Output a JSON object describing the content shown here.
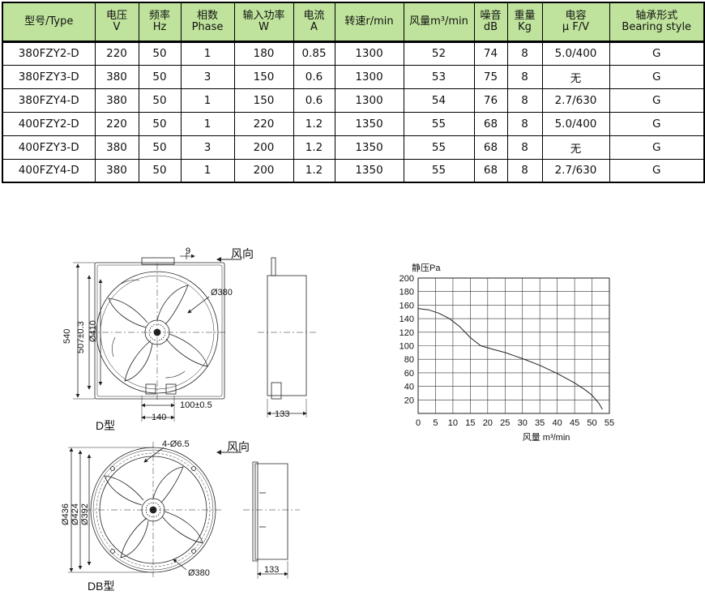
{
  "table": {
    "headers": [
      [
        "型号/Type"
      ],
      [
        "电压",
        "V"
      ],
      [
        "频率",
        "Hz"
      ],
      [
        "相数",
        "Phase"
      ],
      [
        "输入功率",
        "W"
      ],
      [
        "电流",
        "A"
      ],
      [
        "转速r/min"
      ],
      [
        "风量m³/min"
      ],
      [
        "噪音",
        "dB"
      ],
      [
        "重量",
        "Kg"
      ],
      [
        "电容",
        "μ F/V"
      ],
      [
        "轴承形式",
        "Bearing style"
      ]
    ],
    "rows": [
      [
        "380FZY2-D",
        "220",
        "50",
        "1",
        "180",
        "0.85",
        "1300",
        "52",
        "74",
        "8",
        "5.0/400",
        "G"
      ],
      [
        "380FZY3-D",
        "380",
        "50",
        "3",
        "150",
        "0.6",
        "1300",
        "53",
        "75",
        "8",
        "无",
        "G"
      ],
      [
        "380FZY4-D",
        "380",
        "50",
        "1",
        "150",
        "0.6",
        "1300",
        "54",
        "76",
        "8",
        "2.7/630",
        "G"
      ],
      [
        "400FZY2-D",
        "220",
        "50",
        "1",
        "220",
        "1.2",
        "1350",
        "55",
        "68",
        "8",
        "5.0/400",
        "G"
      ],
      [
        "400FZY3-D",
        "380",
        "50",
        "3",
        "200",
        "1.2",
        "1350",
        "55",
        "68",
        "8",
        "无",
        "G"
      ],
      [
        "400FZY4-D",
        "380",
        "50",
        "1",
        "200",
        "1.2",
        "1350",
        "55",
        "68",
        "8",
        "2.7/630",
        "G"
      ]
    ]
  },
  "drawing_d": {
    "label": "D型",
    "wind_label": "风向",
    "dims": {
      "top_offset": "9",
      "diameter": "Ø380",
      "height": "540",
      "mount": "507±0.3",
      "ring": "Ø410",
      "box_width": "100±0.5",
      "base": "140",
      "depth": "133"
    }
  },
  "drawing_db": {
    "label": "DB型",
    "wind_label": "风向",
    "dims": {
      "holes": "4-Ø6.5",
      "outer": "Ø436",
      "pcd": "Ø424",
      "inner": "Ø392",
      "blade": "Ø380",
      "depth": "133"
    }
  },
  "chart_data": {
    "type": "line",
    "ylabel": "静压Pa",
    "xlabel": "风量 m³/min",
    "xlim": [
      0,
      55
    ],
    "ylim": [
      0,
      200
    ],
    "xticks": [
      0,
      5,
      10,
      15,
      20,
      25,
      30,
      35,
      40,
      45,
      50,
      55
    ],
    "yticks": [
      20,
      40,
      60,
      80,
      100,
      120,
      140,
      160,
      180,
      200
    ],
    "grid": true,
    "series": [
      {
        "x": [
          0,
          3,
          6,
          9,
          12,
          15,
          18,
          20,
          22,
          25,
          30,
          35,
          40,
          45,
          48,
          50,
          52,
          53
        ],
        "y": [
          155,
          153,
          148,
          140,
          128,
          112,
          100,
          97,
          94,
          90,
          81,
          71,
          59,
          45,
          35,
          27,
          15,
          6
        ]
      }
    ],
    "color": "#222222"
  }
}
